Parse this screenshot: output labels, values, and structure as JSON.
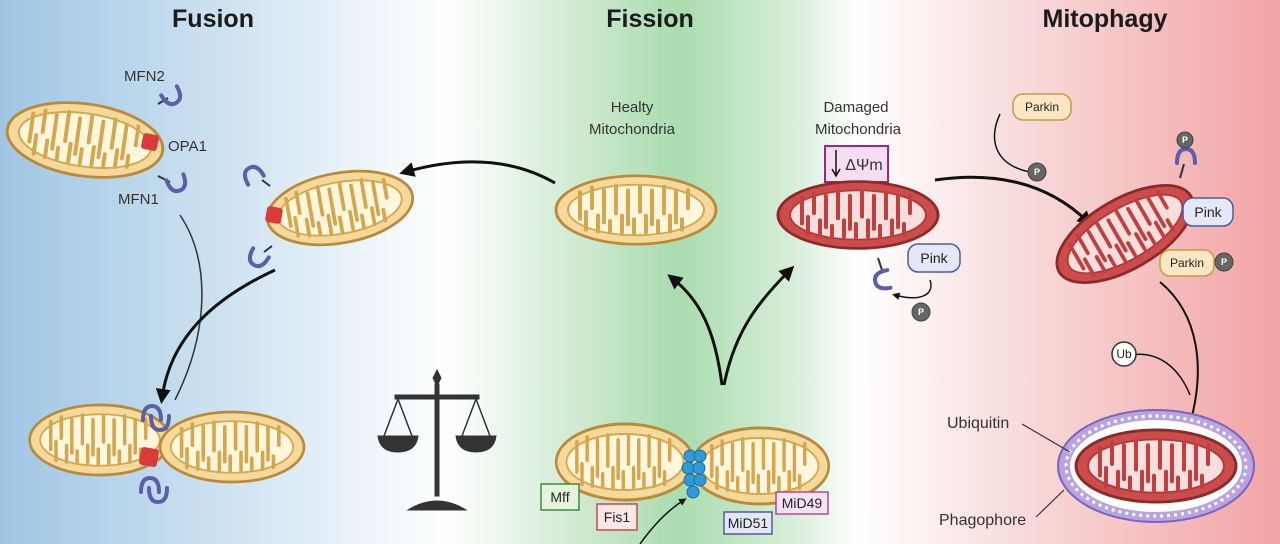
{
  "sections": {
    "fusion": "Fusion",
    "fission": "Fission",
    "mitophagy": "Mitophagy"
  },
  "labels": {
    "mfn2": "MFN2",
    "opa1": "OPA1",
    "mfn1": "MFN1",
    "healthy_line1": "Healty",
    "healthy_line2": "Mitochondria",
    "damaged_line1": "Damaged",
    "damaged_line2": "Mitochondria",
    "delta_psi": "ΔΨm",
    "parkin_top": "Parkin",
    "pink_right": "Pink",
    "parkin_right": "Parkin",
    "pink_mid": "Pink",
    "p": "P",
    "ub": "Ub",
    "ubiquitin": "Ubiquitin",
    "phagophore": "Phagophore",
    "mff": "Mff",
    "fis1": "Fis1",
    "mid51": "MiD51",
    "mid49": "MiD49"
  },
  "colors": {
    "healthy_outer": "#f4d99a",
    "healthy_inner": "#fff6dc",
    "healthy_stroke": "#b98a3c",
    "damaged_outer": "#cc4c4c",
    "damaged_inner": "#f9dede",
    "damaged_stroke": "#8a2a2a",
    "opa1_red": "#d93a3a",
    "receptor_purple": "#5c5fa8",
    "drp1_blue": "#2e9ad8",
    "phagophore_purple": "#9a7ecf"
  }
}
